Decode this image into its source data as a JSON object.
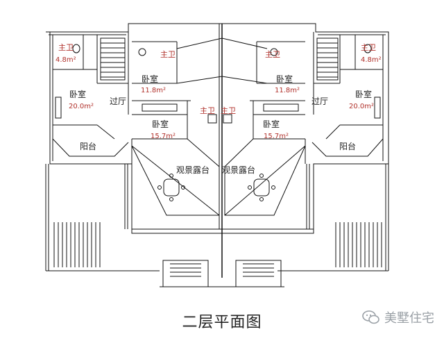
{
  "caption": "二层平面图",
  "watermark": {
    "text": "美墅住宅",
    "icon": "wechat-icon"
  },
  "rooms": {
    "master_bath_left": "主卫",
    "master_bath_left_area": "4.8m²",
    "bath_top_left": "主卫",
    "bedroom_top_left": "卧室",
    "bedroom_top_left_area": "11.8m²",
    "bedroom_left": "卧室",
    "bedroom_left_area": "20.0m²",
    "hall_left": "过厅",
    "bath_center_left": "主卫",
    "bedroom_center_left": "卧室",
    "bedroom_center_left_area": "15.7m²",
    "balcony_left": "阳台",
    "terrace_left": "观景露台",
    "master_bath_right": "主卫",
    "master_bath_right_area": "4.8m²",
    "bath_top_right": "主卫",
    "bedroom_top_right": "卧室",
    "bedroom_top_right_area": "11.8m²",
    "bedroom_right": "卧室",
    "bedroom_right_area": "20.0m²",
    "hall_right": "过厅",
    "bath_center_right": "主卫",
    "bedroom_center_right": "卧室",
    "bedroom_center_right_area": "15.7m²",
    "balcony_right": "阳台",
    "terrace_right": "观景露台"
  }
}
